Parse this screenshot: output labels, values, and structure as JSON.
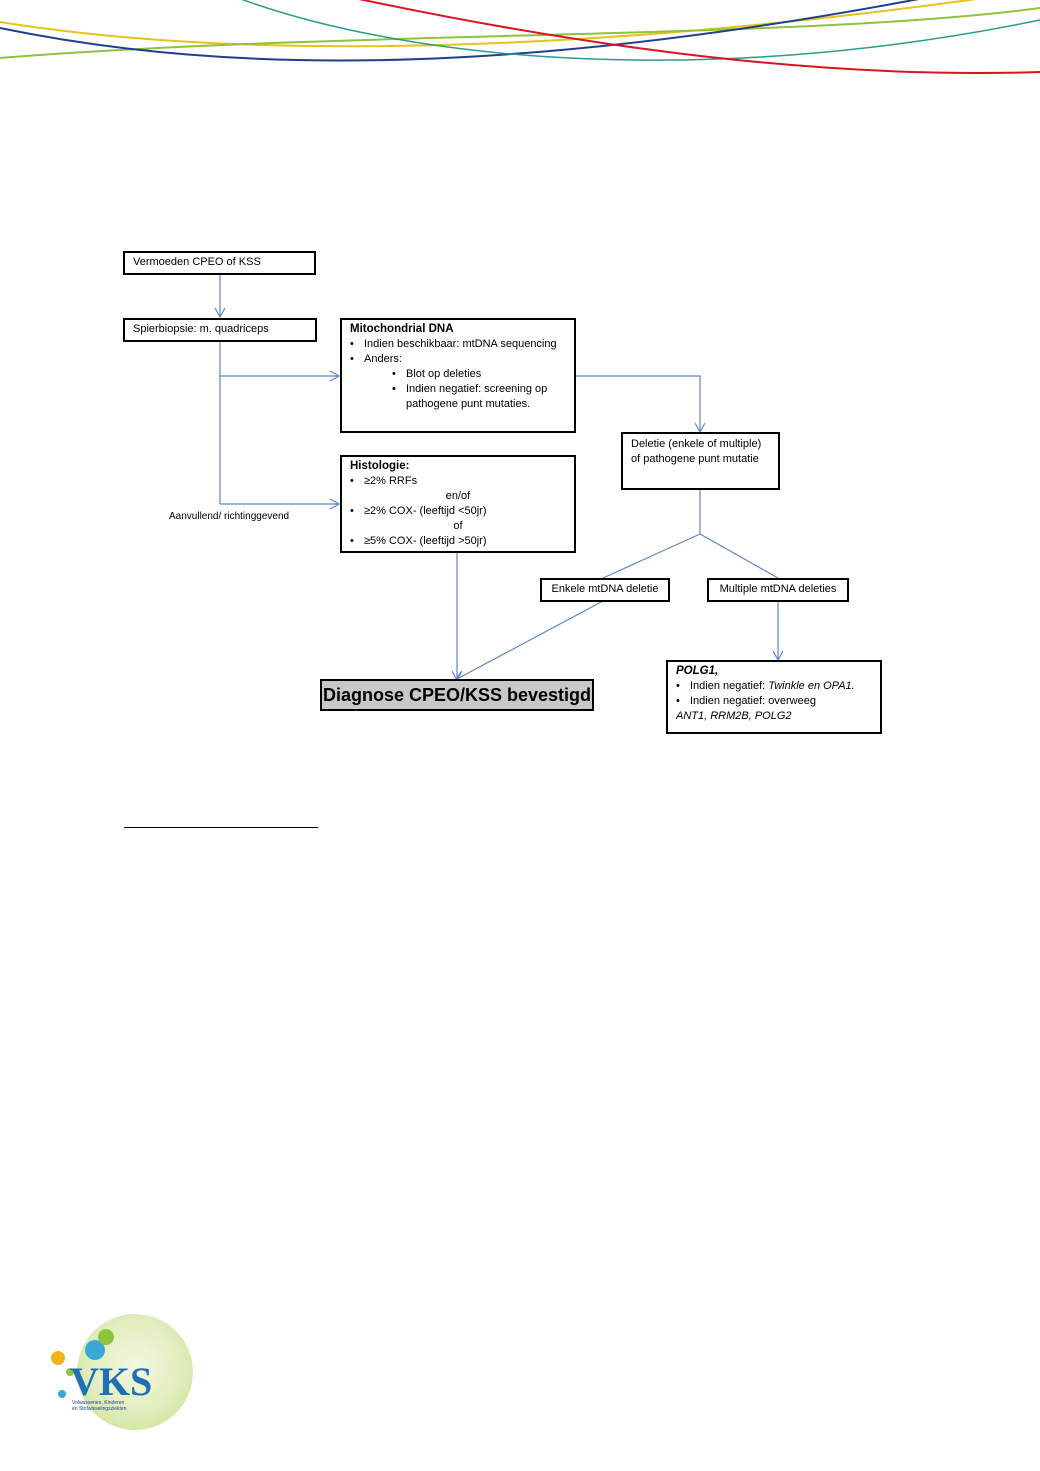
{
  "flowchart": {
    "start": "Vermoeden CPEO of KSS",
    "biopsy": "Spierbiopsie: m. quadriceps",
    "mito": {
      "title": "Mitochondrial  DNA",
      "item1": "Indien beschikbaar: mtDNA sequencing",
      "item2": "Anders:",
      "sub1": "Blot op deleties",
      "sub2": "Indien negatief: screening op pathogene punt mutaties."
    },
    "histo": {
      "title": "Histologie:",
      "item1": "≥2% RRFs",
      "join1": "en/of",
      "item2": "≥2% COX- (leeftijd <50jr)",
      "join2": "of",
      "item3": "≥5% COX- (leeftijd >50jr)"
    },
    "side_note": "Aanvullend/ richtinggevend",
    "deletion": "Deletie (enkele of multiple) of pathogene punt mutatie",
    "single": "Enkele mtDNA deletie",
    "multiple": "Multiple mtDNA deleties",
    "polg": {
      "title": "POLG1,",
      "item1_prefix": "Indien negatief: ",
      "item1_genes": "Twinkle en OPA1.",
      "item2": "Indien negatief:  overweeg",
      "item2_genes": "ANT1, RRM2B, POLG2"
    },
    "final": "Diagnose CPEO/KSS bevestigd"
  },
  "logo": {
    "letters": "VKS",
    "subtitle_line1": "Volwassenen, Kinderen",
    "subtitle_line2": "en Stofwisselingsziekten"
  },
  "colors": {
    "arrow": "#5b87c5",
    "wave_red": "#d9141e",
    "wave_blue": "#1f3f8f",
    "wave_yellow": "#e8c21a",
    "wave_green": "#8fc23d",
    "wave_teal": "#2a9b8c"
  }
}
